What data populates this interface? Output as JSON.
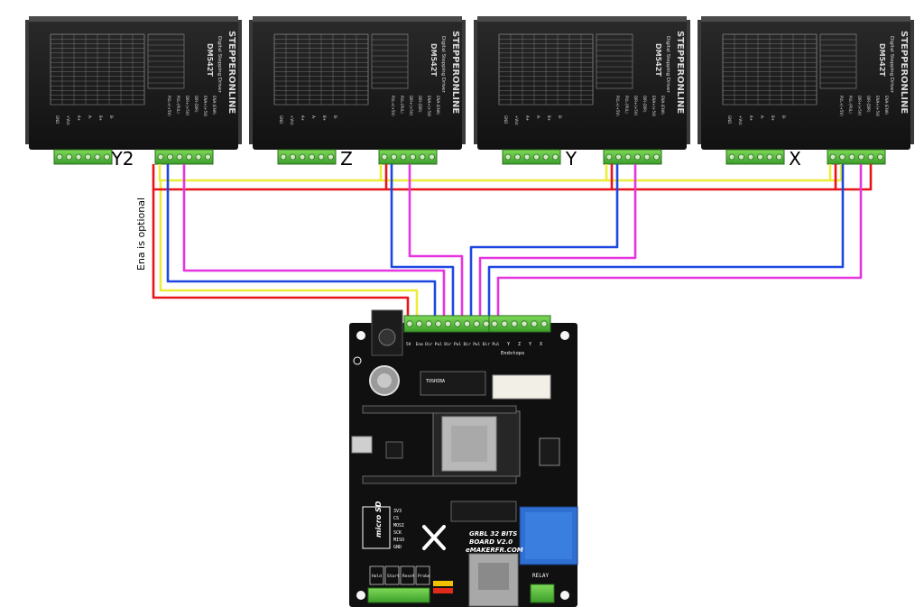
{
  "drivers": [
    {
      "axis": "Y2",
      "brand": "STEPPERONLINE",
      "model": "DM542T",
      "subtitle": "Digital Stepping Driver"
    },
    {
      "axis": "Z",
      "brand": "STEPPERONLINE",
      "model": "DM542T",
      "subtitle": "Digital Stepping Driver"
    },
    {
      "axis": "Y",
      "brand": "STEPPERONLINE",
      "model": "DM542T",
      "subtitle": "Digital Stepping Driver"
    },
    {
      "axis": "X",
      "brand": "STEPPERONLINE",
      "model": "DM542T",
      "subtitle": "Digital Stepping Driver"
    }
  ],
  "terminal_labels": [
    "PUL+(+5V)",
    "PUL-(PUL)",
    "DIR+(+5V)",
    "DIR-(DIR)",
    "ENA+(+5V)",
    "ENA-(ENA)"
  ],
  "power_labels": [
    "GND",
    "+Vdc",
    "A+",
    "A-",
    "B+",
    "B-"
  ],
  "ena_note": "Ena is optional",
  "wire_colors": {
    "pul_plus": "#e8141a",
    "ena": "#ecec3a",
    "dir": "#1d47e0",
    "pul": "#e534e0"
  },
  "board": {
    "title_lines": [
      "GRBL 32 BITS",
      "BOARD V2.0",
      "eMAKERFR.COM"
    ],
    "relay_label": "RELAY",
    "endstops_label": "Endstops",
    "sd_pins": [
      "3V3",
      "CS",
      "MOSI",
      "SCK",
      "MISO",
      "GND"
    ],
    "sd_logo": "micro SD",
    "top_header_labels": [
      "5V",
      "Ena",
      "Dir",
      "Pul",
      "Dir",
      "Pul",
      "Dir",
      "Pul",
      "Dir",
      "Pul"
    ],
    "endstop_header_labels": [
      "Y",
      "Z",
      "Y",
      "X"
    ],
    "bottom_labels": [
      "Hold",
      "Start",
      "Reset",
      "Probe"
    ],
    "chip_label": "TOSHIBA"
  }
}
